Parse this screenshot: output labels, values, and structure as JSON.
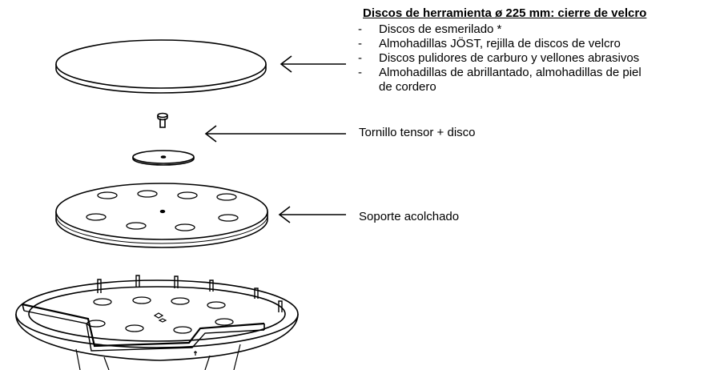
{
  "title": "Discos de herramienta ø 225 mm: cierre de velcro",
  "discs_list": [
    "Discos de esmerilado *",
    "Almohadillas JÖST, rejilla de discos de velcro",
    "Discos pulidores de carburo y vellones abrasivos",
    "Almohadillas de abrillantado, almohadillas de piel\nde cordero"
  ],
  "labels": {
    "screw": "Tornillo tensor + disco",
    "pad": "Soporte acolchado"
  }
}
